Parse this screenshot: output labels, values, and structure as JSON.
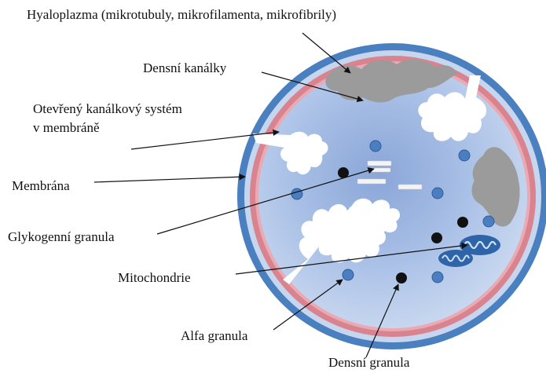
{
  "labels": {
    "hyaloplasm": "Hyaloplazma (mikrotubuly, mikrofilamenta, mikrofibrily)",
    "dense_tubules": "Densní kanálky",
    "ocs_line1": "Otevřený kanálkový systém",
    "ocs_line2": "v membráně",
    "membrane": "Membrána",
    "glycogen": "Glykogenní granula",
    "mitochondria": "Mitochondrie",
    "alpha_granules": "Alfa granula",
    "dense_granules": "Densní granula"
  },
  "colors": {
    "outer_membrane": "#4a7fc0",
    "pink_layer": "#d9838f",
    "cytoplasm": "#b6cae8",
    "cytoplasm_center": "#8ba8da",
    "dense_tubule": "#9a9a9a",
    "ocs_channels": "#ffffff",
    "alpha_granule": "#4b7ec0",
    "dense_granule": "#111111",
    "mitochondrion": "#2e64a8"
  }
}
